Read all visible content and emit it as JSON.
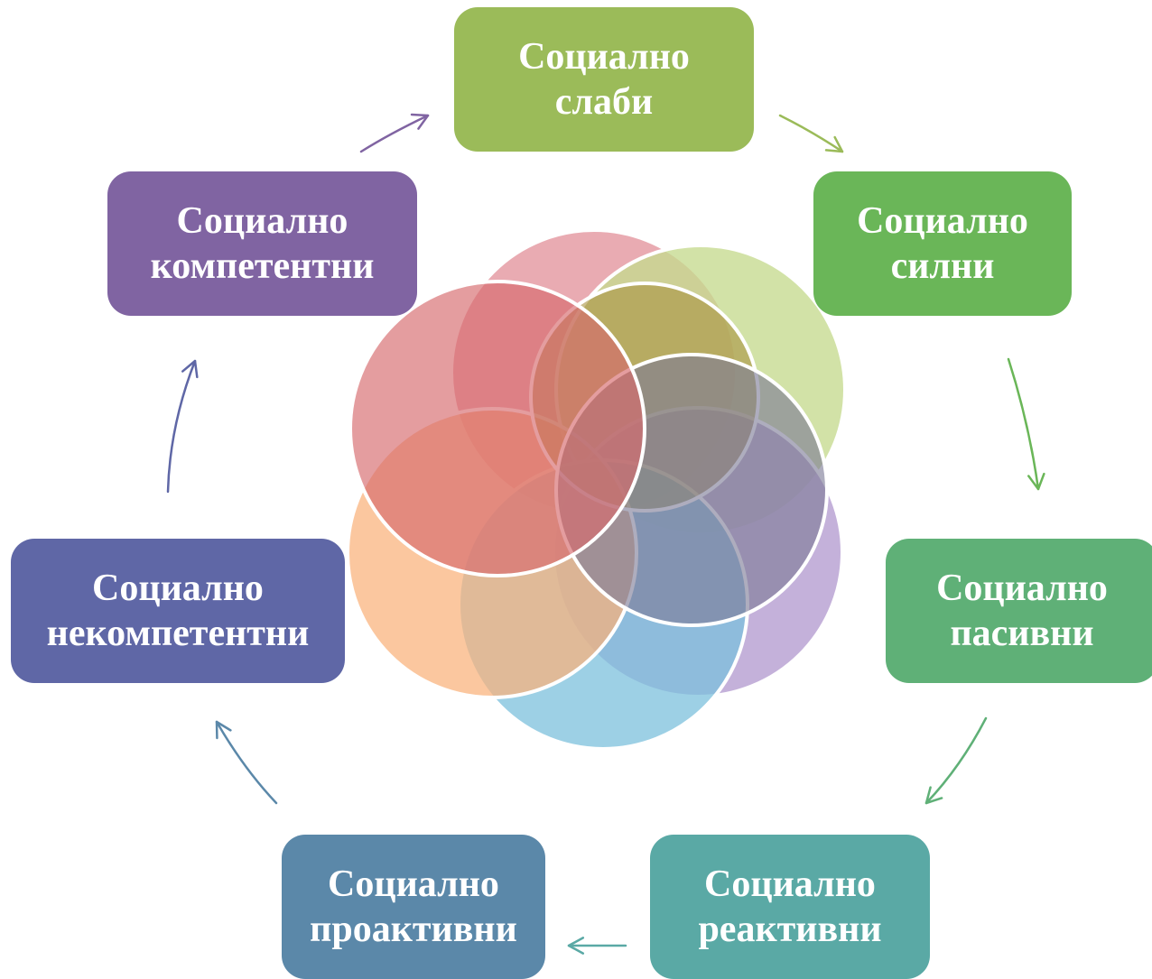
{
  "colors": {
    "background": "#ffffff",
    "node_text": "#ffffff",
    "circle_stroke": "#ffffff"
  },
  "nodes": [
    {
      "id": "node-1",
      "line1": "Социално",
      "line2": "слаби",
      "color": "#9bbb59"
    },
    {
      "id": "node-2",
      "line1": "Социално",
      "line2": "силни",
      "color": "#6ab658"
    },
    {
      "id": "node-3",
      "line1": "Социално",
      "line2": "пасивни",
      "color": "#5fb077"
    },
    {
      "id": "node-4",
      "line1": "Социално",
      "line2": "реактивни",
      "color": "#5aa9a5"
    },
    {
      "id": "node-5",
      "line1": "Социално",
      "line2": "проактивни",
      "color": "#5b88a9"
    },
    {
      "id": "node-6",
      "line1": "Социално",
      "line2": "некомпетентни",
      "color": "#5f67a6"
    },
    {
      "id": "node-7",
      "line1": "Социално",
      "line2": "компетентни",
      "color": "#8064a2"
    }
  ],
  "arrows": [
    {
      "name": "arrow-slabi-to-silni",
      "color": "#9bbb59"
    },
    {
      "name": "arrow-silni-to-pasivni",
      "color": "#6ab658"
    },
    {
      "name": "arrow-pasivni-to-reaktivni",
      "color": "#5fb077"
    },
    {
      "name": "arrow-reaktivni-to-proaktivni",
      "color": "#5aa9a5"
    },
    {
      "name": "arrow-proaktivni-to-nekompetentni",
      "color": "#5b88a9"
    },
    {
      "name": "arrow-nekompetentni-to-kompetentni",
      "color": "#5f67a6"
    },
    {
      "name": "arrow-kompetentni-to-slabi",
      "color": "#8064a2"
    }
  ],
  "circles": [
    {
      "name": "circle-yellow-green",
      "color": "#c5da8e",
      "opacity": 0.78
    },
    {
      "name": "circle-purple",
      "color": "#b49bd0",
      "opacity": 0.78
    },
    {
      "name": "circle-blue",
      "color": "#7cc0dc",
      "opacity": 0.75
    },
    {
      "name": "circle-orange",
      "color": "#f9b27a",
      "opacity": 0.72
    },
    {
      "name": "circle-pink-top",
      "color": "#e08a94",
      "opacity": 0.72
    },
    {
      "name": "circle-olive",
      "color": "#a89240",
      "opacity": 0.6
    },
    {
      "name": "circle-slate",
      "color": "#7d7a96",
      "opacity": 0.62
    },
    {
      "name": "circle-red-left",
      "color": "#d66a6e",
      "opacity": 0.66
    }
  ]
}
